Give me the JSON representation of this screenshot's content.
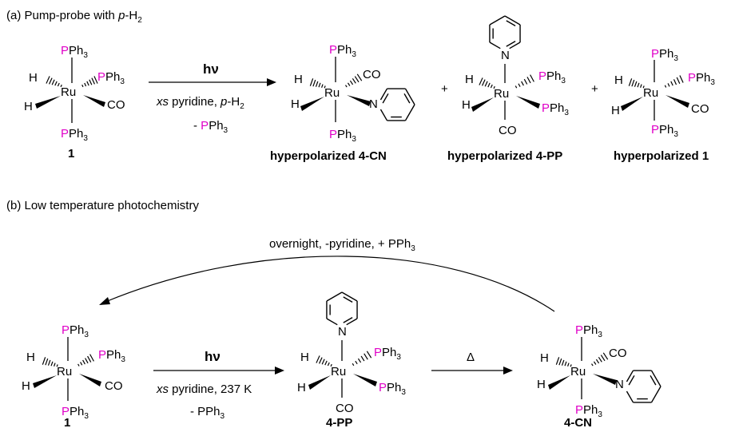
{
  "panel_a": {
    "heading_prefix": "(a) Pump-probe with ",
    "heading_italic": "p",
    "heading_suffix": "-H",
    "heading_sub": "2",
    "arrow_top": "hν",
    "arrow_line1_italic": "xs",
    "arrow_line1_mid": " pyridine, ",
    "arrow_line1_italic2": "p",
    "arrow_line1_end": "-H",
    "arrow_line1_sub": "2",
    "arrow_line2_prefix": "- ",
    "plus": "+",
    "label_1": "1",
    "product_4cn": "hyperpolarized 4-CN",
    "product_4pp": "hyperpolarized 4-PP",
    "product_1": "hyperpolarized 1"
  },
  "panel_b": {
    "heading": "(b) Low temperature photochemistry",
    "recycle_label_prefix": "overnight, -pyridine, + PPh",
    "recycle_label_sub": "3",
    "arrow1_top": "hν",
    "arrow1_line1_italic": "xs",
    "arrow1_line1_rest": " pyridine, 237 K",
    "arrow1_line2_prefix": "- PPh",
    "arrow1_line2_sub": "3",
    "arrow2_top": "Δ",
    "label_1": "1",
    "label_4pp": "4-PP",
    "label_4cn": "4-CN"
  },
  "chem": {
    "metal": "Ru",
    "hydride": "H",
    "carbonyl": "CO",
    "nitrogen": "N",
    "phosphine_p": "P",
    "phosphine_ph": "Ph",
    "phosphine_sub": "3"
  },
  "colors": {
    "phosphorus": "#e000c8",
    "carbonyl": "#e00000",
    "hydride_hyperpolarized": "#1010d0",
    "nitrogen": "#108010",
    "text": "#000000"
  }
}
